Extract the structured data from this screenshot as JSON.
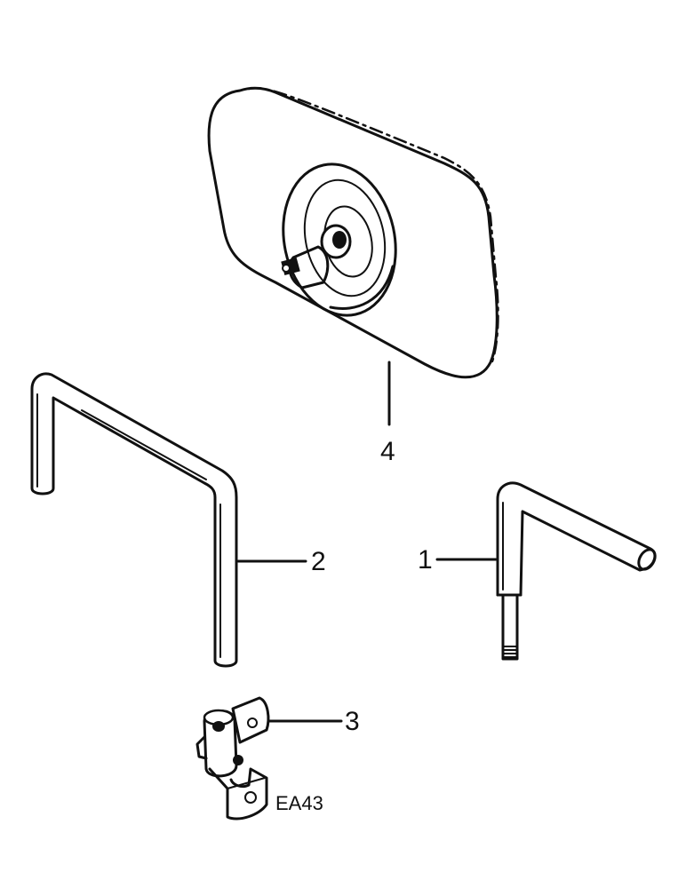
{
  "callouts": {
    "part_1": "1",
    "part_2": "2",
    "part_3": "3",
    "part_4": "4"
  },
  "figure_code": "EA43",
  "colors": {
    "ink": "#111111",
    "paper": "#ffffff"
  }
}
